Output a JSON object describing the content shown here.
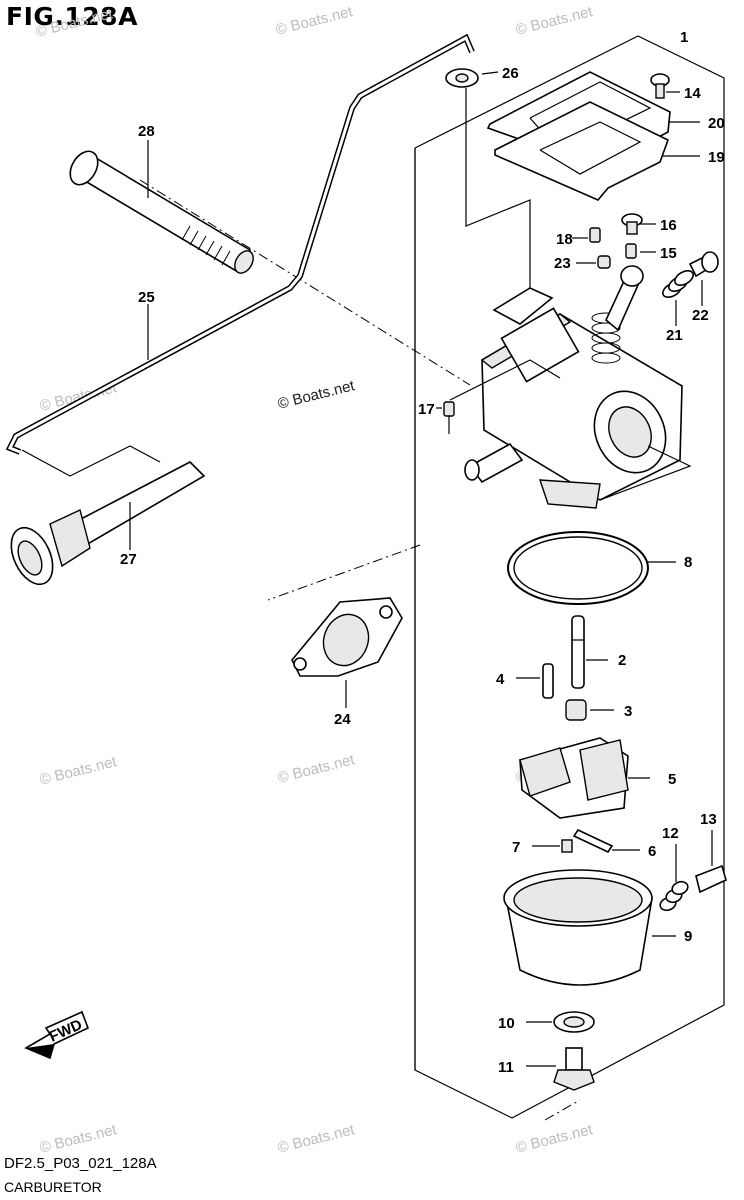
{
  "figure": {
    "title": "FIG.128A",
    "code": "DF2.5_P03_021_128A",
    "name": "CARBURETOR"
  },
  "watermark": {
    "text": "© Boats.net"
  },
  "fwd_label": "FWD",
  "callouts": {
    "c1": "1",
    "c2": "2",
    "c3": "3",
    "c4": "4",
    "c5": "5",
    "c6": "6",
    "c7": "7",
    "c8": "8",
    "c9": "9",
    "c10": "10",
    "c11": "11",
    "c12": "12",
    "c13": "13",
    "c14": "14",
    "c15": "15",
    "c16": "16",
    "c17": "17",
    "c18": "18",
    "c19": "19",
    "c20": "20",
    "c21": "21",
    "c22": "22",
    "c23": "23",
    "c24": "24",
    "c25": "25",
    "c26": "26",
    "c27": "27",
    "c28": "28"
  }
}
